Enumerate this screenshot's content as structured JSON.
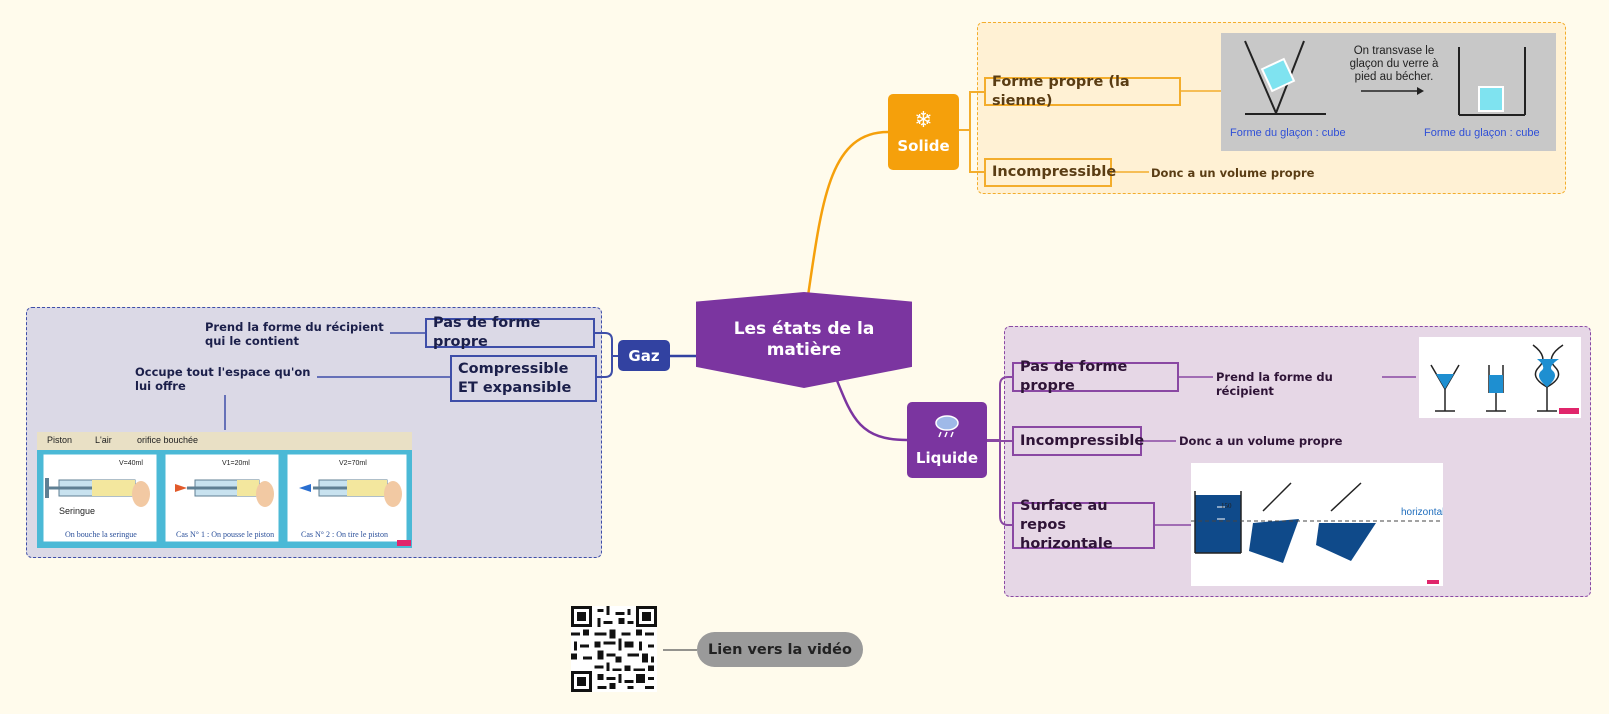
{
  "central": {
    "title": "Les états de la matière"
  },
  "solide": {
    "label": "Solide",
    "icon": "snowflake-icon",
    "color": "#f5a00b",
    "topics": [
      {
        "label": "Forme propre (la sienne)"
      },
      {
        "label": "Incompressible",
        "note": "Donc a un volume propre"
      }
    ],
    "image": {
      "text": "On transvase le glaçon du verre à pied au bécher.",
      "caption_left": "Forme du glaçon : cube",
      "caption_right": "Forme du glaçon : cube"
    }
  },
  "liquide": {
    "label": "Liquide",
    "icon": "rain-cloud-icon",
    "color": "#7b35a0",
    "topics": [
      {
        "label": "Pas de forme propre",
        "note": "Prend la forme du récipient"
      },
      {
        "label": "Incompressible",
        "note": "Donc a un volume propre"
      },
      {
        "label": "Surface au repos horizontale"
      }
    ],
    "image_label": "horizontal",
    "beaker_scale": "150"
  },
  "gaz": {
    "label": "Gaz",
    "color": "#3242a1",
    "topics": [
      {
        "label": "Pas de forme propre",
        "note": "Prend la forme du récipient qui le contient"
      },
      {
        "label": "Compressible ET expansible",
        "note": "Occupe tout l'espace qu'on lui offre"
      }
    ],
    "image": {
      "labels": [
        "Piston",
        "L'air",
        "orifice bouchée",
        "Seringue"
      ],
      "volumes": [
        "V=40ml",
        "V1=20ml",
        "V2=70ml"
      ],
      "captions": [
        "On bouche la seringue",
        "Cas N° 1 : On pousse le piston",
        "Cas N° 2 : On tire le piston"
      ]
    }
  },
  "video_link": {
    "label": "Lien vers la vidéo"
  }
}
